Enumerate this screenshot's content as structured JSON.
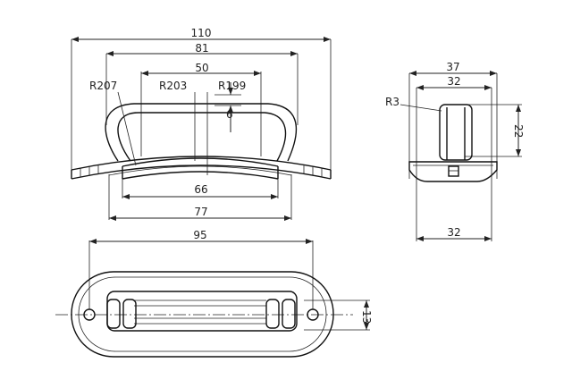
{
  "side_view": {
    "overall_width": "110",
    "handle_outer_width": "81",
    "handle_inner_width": "50",
    "radius_outer": "R207",
    "radius_mid": "R203",
    "radius_inner": "R199",
    "thickness": "6",
    "base_width_inner": "66",
    "base_width_outer": "77"
  },
  "end_view": {
    "overall_width": "37",
    "top_width": "32",
    "corner_radius": "R3",
    "height": "22",
    "base_width": "32"
  },
  "top_view": {
    "hole_spacing": "95",
    "slot_width": "13"
  }
}
